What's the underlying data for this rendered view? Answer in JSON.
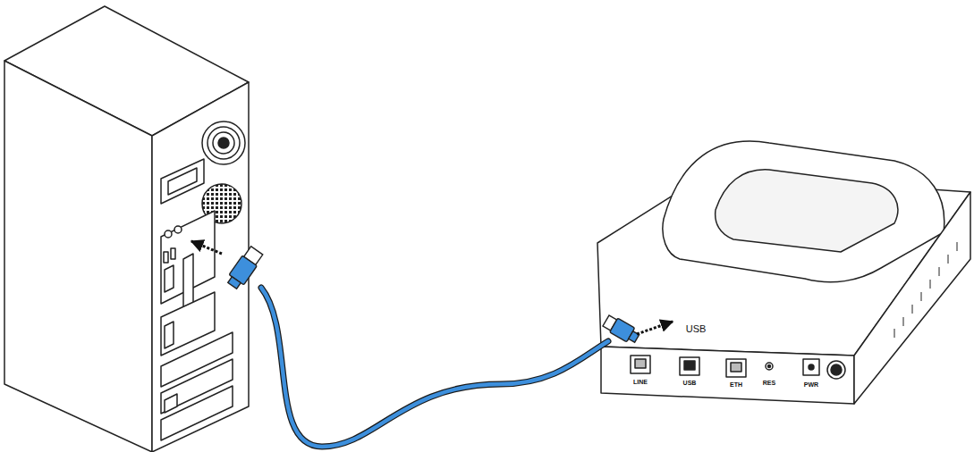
{
  "diagram": {
    "labels": [
      "LINE",
      "USB",
      "ETH",
      "RES",
      "PWR",
      "USB"
    ]
  }
}
